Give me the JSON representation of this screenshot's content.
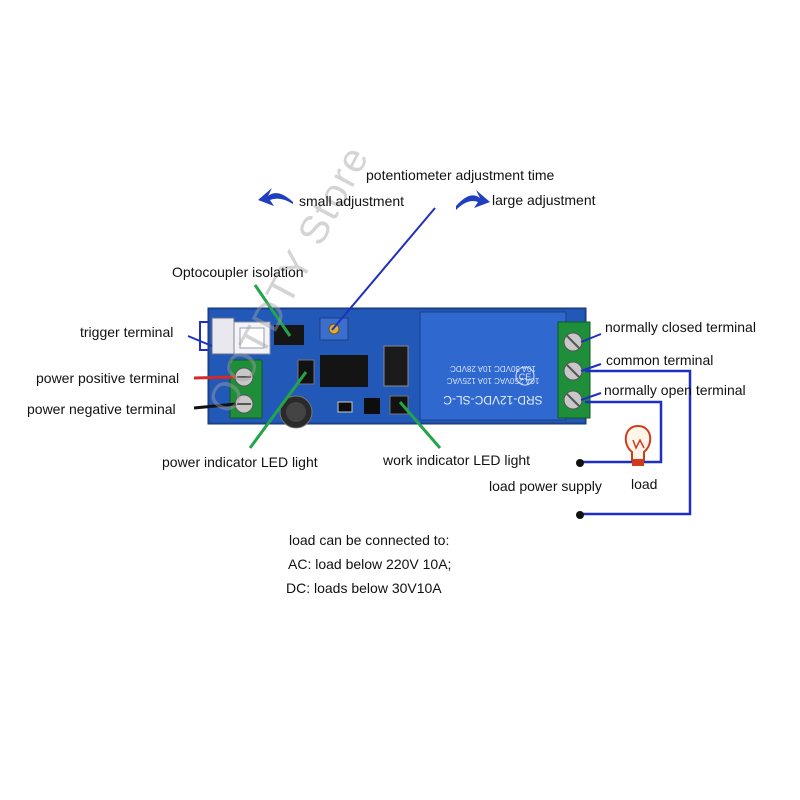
{
  "labels": {
    "potentiometer": "potentiometer adjustment time",
    "small_adjustment": "small adjustment",
    "large_adjustment": "large adjustment",
    "optocoupler": "Optocoupler isolation",
    "trigger": "trigger terminal",
    "power_positive": "power positive terminal",
    "power_negative": "power negative terminal",
    "power_led": "power indicator LED light",
    "work_led": "work indicator LED light",
    "normally_closed": "normally closed terminal",
    "common": "common terminal",
    "normally_open": "normally open terminal",
    "load": "load",
    "load_power_supply": "load power supply"
  },
  "notes": {
    "line1": "load can be connected to:",
    "line2": "AC: load below 220V 10A;",
    "line3": "DC: loads below 30V10A"
  },
  "board": {
    "relay_model": "SRD-12VDC-SL-C",
    "relay_rating_1": "10A 250VAC  10A 125VAC",
    "relay_rating_2": "10A 30VDC  10A 28VDC",
    "relay_mark": "CE"
  },
  "watermark": "OOTDTY Store",
  "colors": {
    "board": "#1d4fa5",
    "relay": "#2a63c4",
    "pointer_blue": "#1f2fbf",
    "pointer_green": "#22a54a",
    "pointer_red": "#d42a2a"
  }
}
